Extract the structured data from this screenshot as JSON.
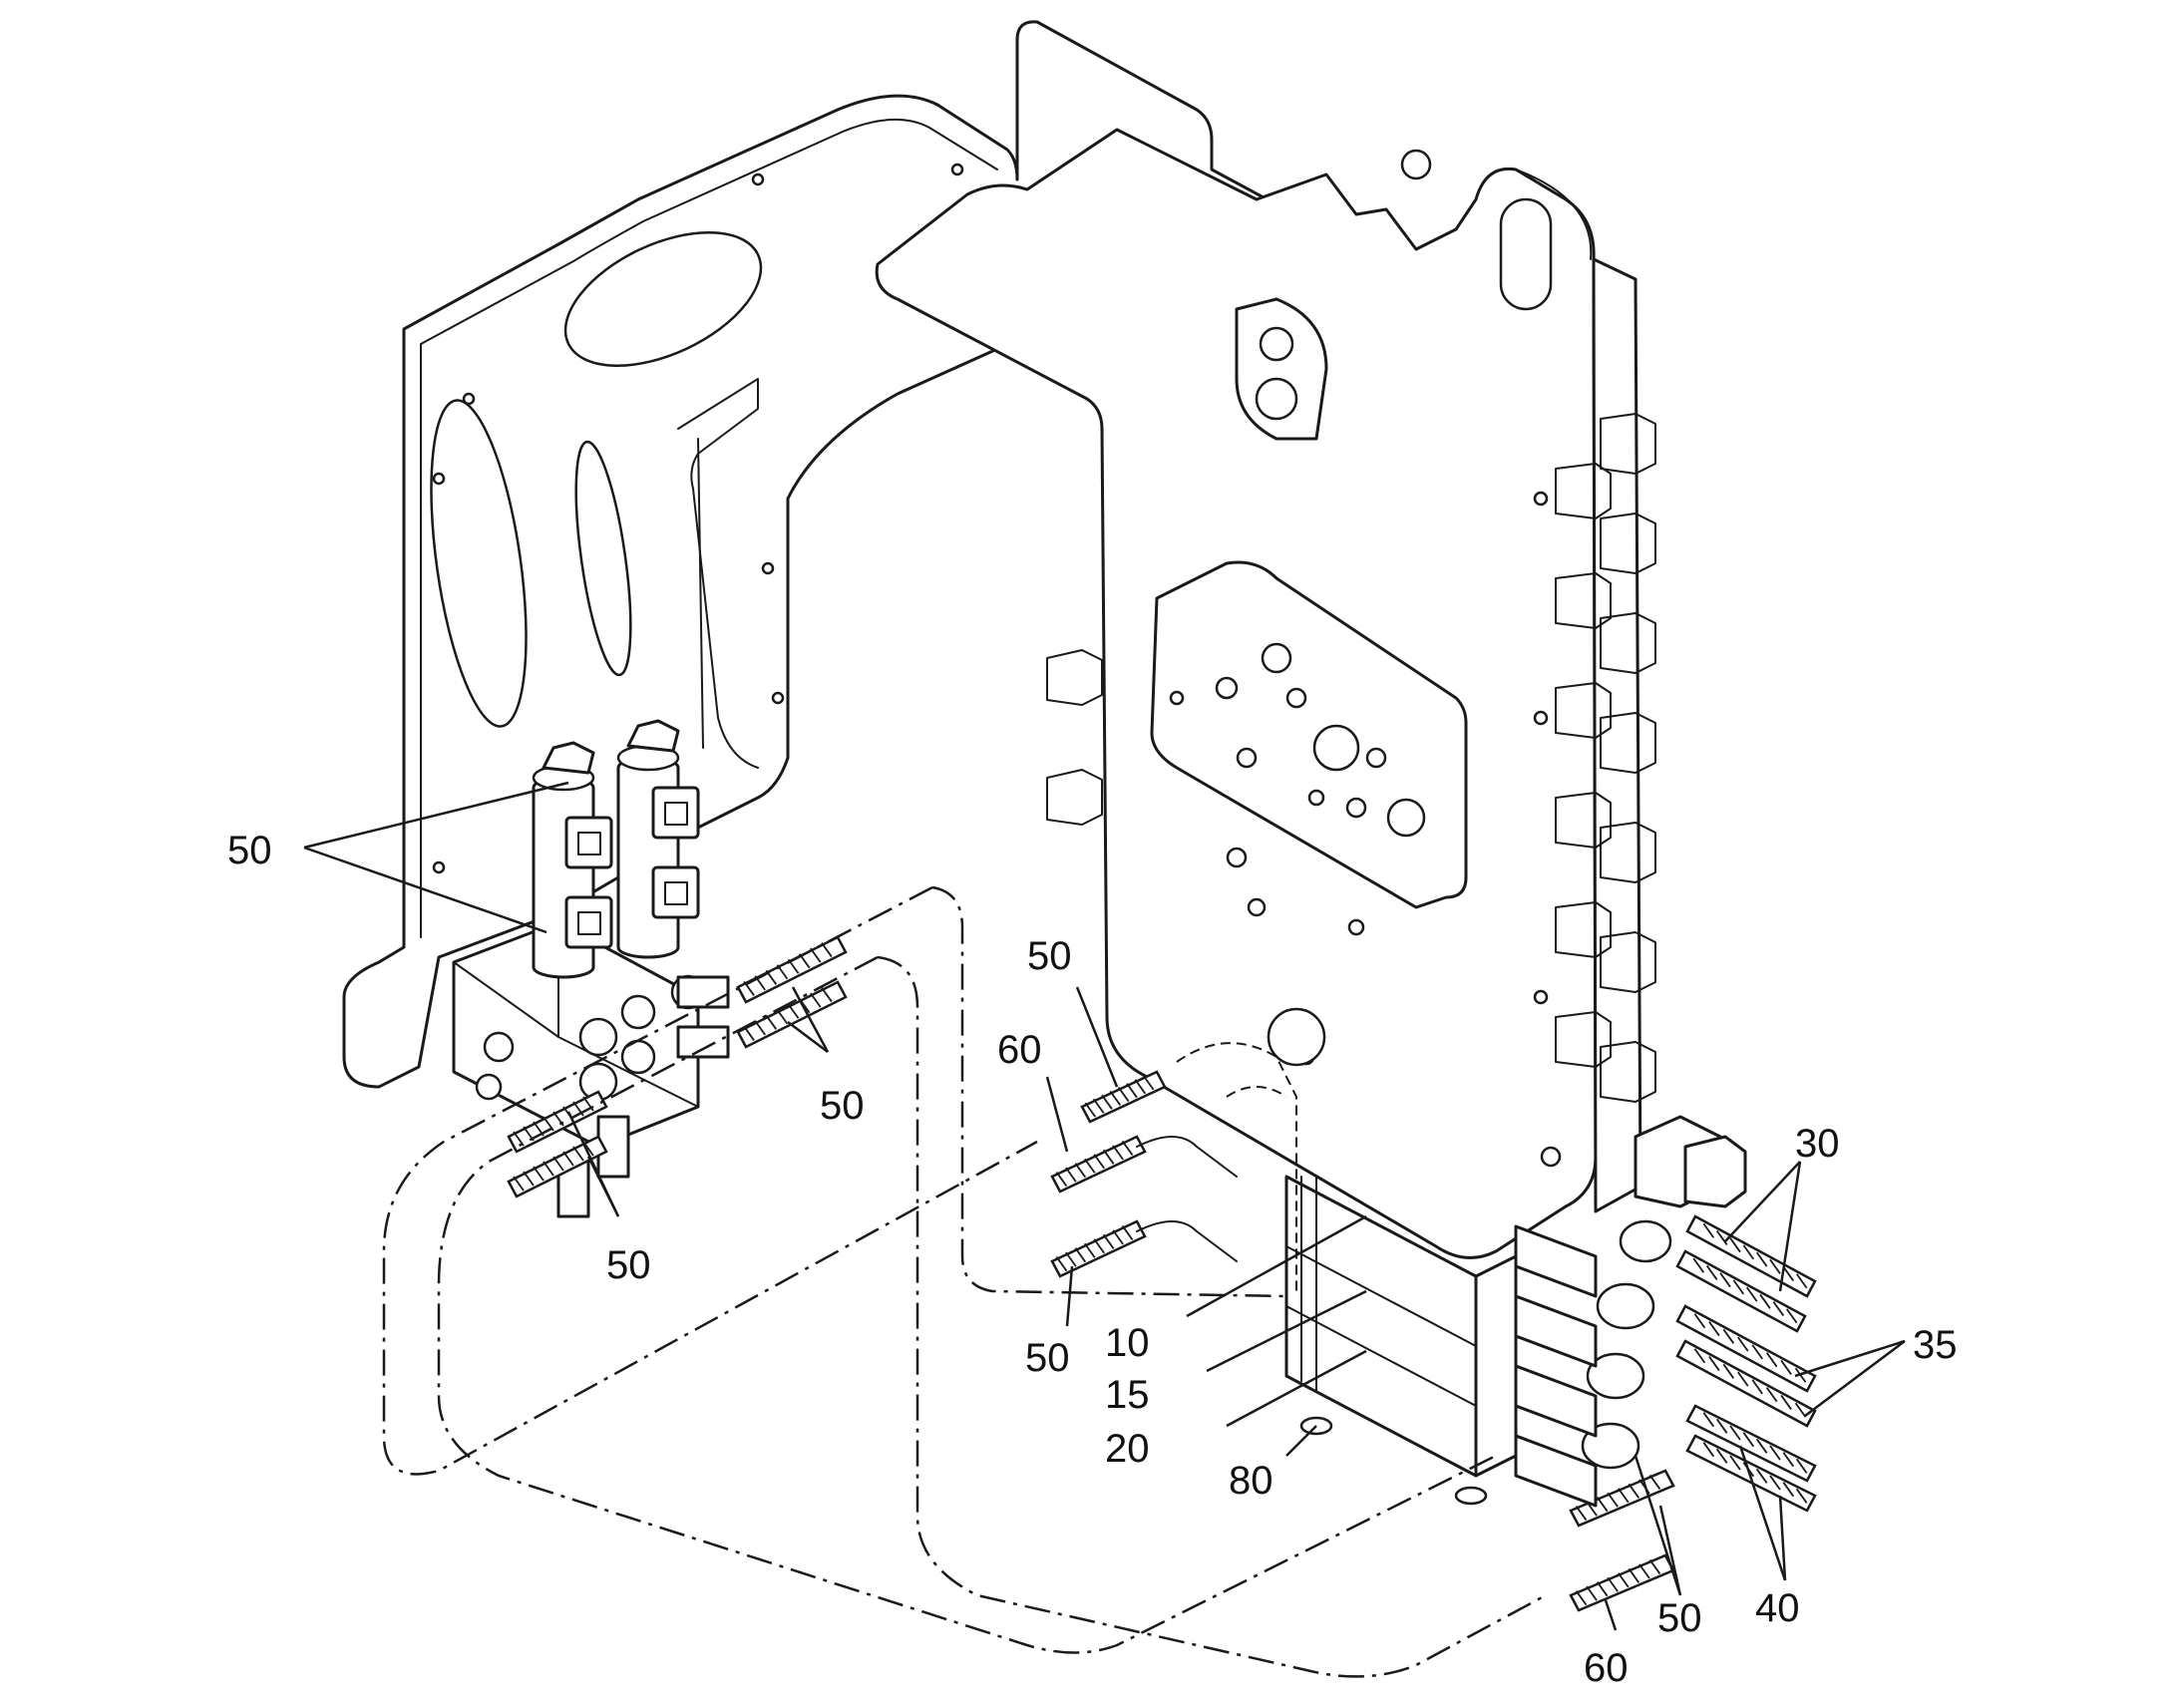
{
  "diagram": {
    "type": "exploded-isometric-parts-drawing",
    "callouts": [
      {
        "id": "c50a",
        "label": "50"
      },
      {
        "id": "c50b",
        "label": "50"
      },
      {
        "id": "c50c",
        "label": "50"
      },
      {
        "id": "c50d",
        "label": "50"
      },
      {
        "id": "c50e",
        "label": "50"
      },
      {
        "id": "c50f",
        "label": "50"
      },
      {
        "id": "c60a",
        "label": "60"
      },
      {
        "id": "c60b",
        "label": "60"
      },
      {
        "id": "c10",
        "label": "10"
      },
      {
        "id": "c15",
        "label": "15"
      },
      {
        "id": "c20",
        "label": "20"
      },
      {
        "id": "c80",
        "label": "80"
      },
      {
        "id": "c30",
        "label": "30"
      },
      {
        "id": "c35",
        "label": "35"
      },
      {
        "id": "c40",
        "label": "40"
      }
    ]
  }
}
